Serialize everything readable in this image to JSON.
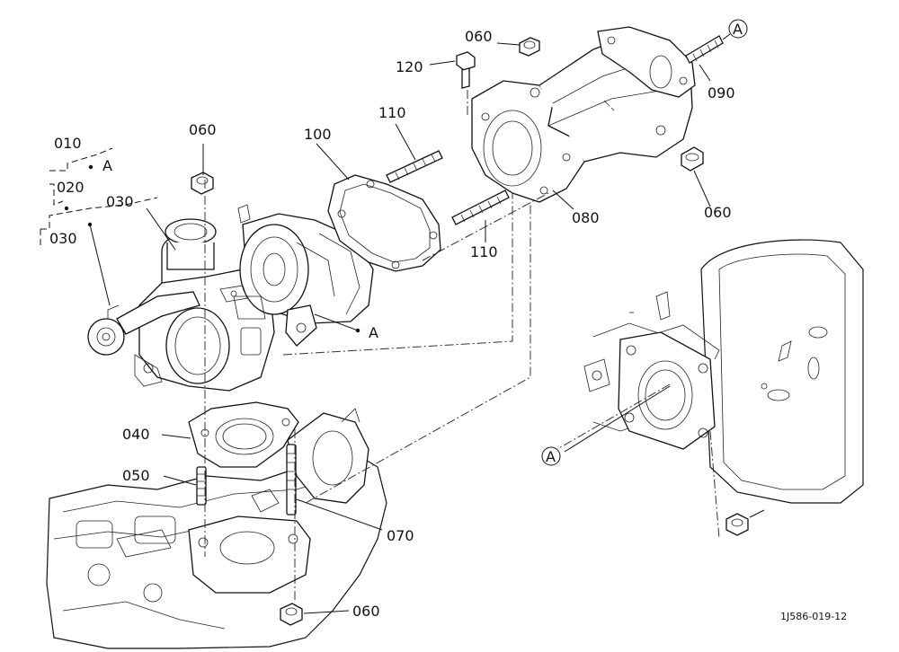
{
  "callouts": {
    "c010": "010",
    "c020": "020",
    "c030a": "030",
    "c030b": "030",
    "c060_turbo": "060",
    "c100": "100",
    "c110_top": "110",
    "c110_mid": "110",
    "c060_top": "060",
    "c120": "120",
    "c090": "090",
    "c060_right": "060",
    "c080": "080",
    "c040": "040",
    "c050": "050",
    "c070": "070",
    "c060_bottom": "060",
    "refA_kit": "A",
    "refA_turbo": "A",
    "refA_top_circle": "A",
    "refA_right_circle": "A"
  },
  "figure_code": "1J586-019-12"
}
